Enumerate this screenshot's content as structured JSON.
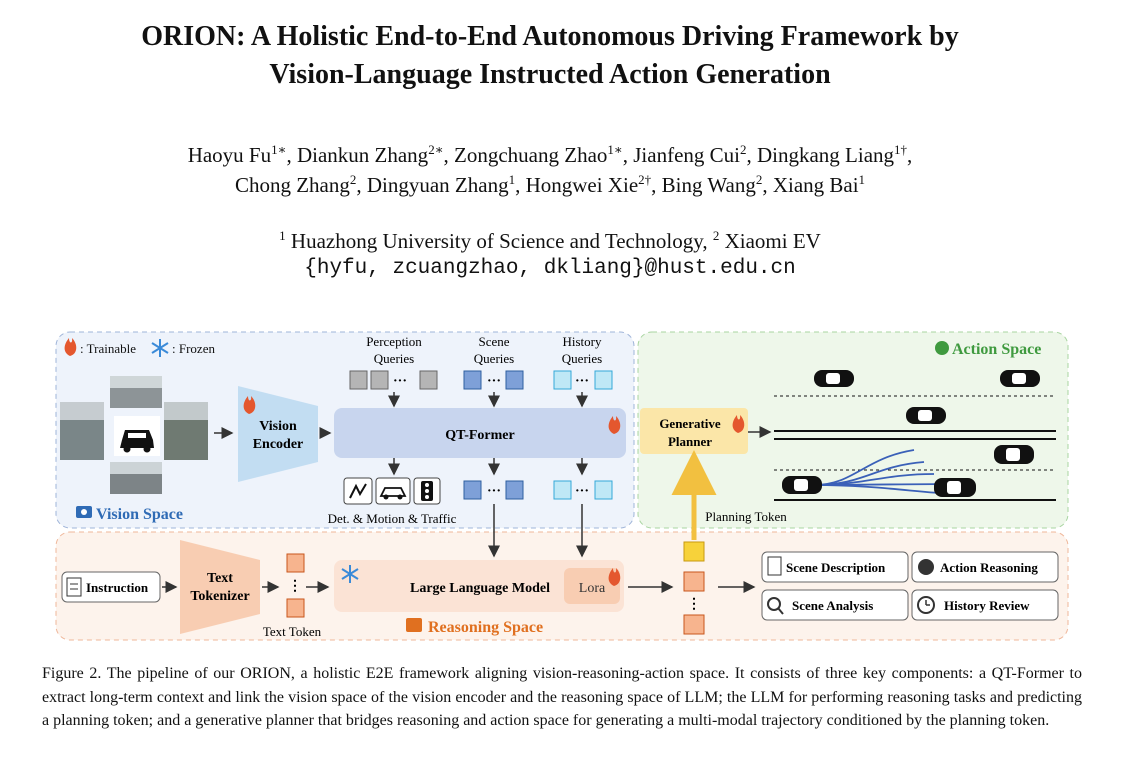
{
  "paper": {
    "title_line1": "ORION: A Holistic End-to-End Autonomous Driving Framework by",
    "title_line2": "Vision-Language Instructed Action Generation",
    "authors_line1": [
      {
        "name": "Haoyu Fu",
        "sup": "1∗"
      },
      {
        "name": "Diankun Zhang",
        "sup": "2∗"
      },
      {
        "name": "Zongchuang Zhao",
        "sup": "1∗"
      },
      {
        "name": "Jianfeng Cui",
        "sup": "2"
      },
      {
        "name": "Dingkang Liang",
        "sup": "1†"
      }
    ],
    "authors_line2": [
      {
        "name": "Chong Zhang",
        "sup": "2"
      },
      {
        "name": "Dingyuan Zhang",
        "sup": "1"
      },
      {
        "name": "Hongwei Xie",
        "sup": "2†"
      },
      {
        "name": "Bing Wang",
        "sup": "2"
      },
      {
        "name": "Xiang Bai",
        "sup": "1"
      }
    ],
    "affiliations": [
      {
        "sup": "1",
        "name": "Huazhong University of Science and Technology,"
      },
      {
        "sup": "2",
        "name": "Xiaomi EV"
      }
    ],
    "email": "{hyfu, zcuangzhao, dkliang}@hust.edu.cn"
  },
  "figure": {
    "legend_trainable": ": Trainable",
    "legend_frozen": ": Frozen",
    "perception_l1": "Perception",
    "perception_l2": "Queries",
    "scene_l1": "Scene",
    "scene_l2": "Queries",
    "history_l1": "History",
    "history_l2": "Queries",
    "vision_encoder_l1": "Vision",
    "vision_encoder_l2": "Encoder",
    "qt_former": "QT-Former",
    "vision_space": "Vision Space",
    "det_motion_traffic": "Det. & Motion & Traffic",
    "action_space": "Action Space",
    "generative": "Generative",
    "planner": "Planner",
    "planning_token": "Planning Token",
    "instruction": "Instruction",
    "text_tokenizer_l1": "Text",
    "text_tokenizer_l2": "Tokenizer",
    "text_token": "Text Token",
    "llm": "Large Language Model",
    "lora": "Lora",
    "reasoning_space": "Reasoning Space",
    "outputs": {
      "scene_description": "Scene Description",
      "action_reasoning": "Action Reasoning",
      "scene_analysis": "Scene Analysis",
      "history_review": "History Review"
    },
    "colors": {
      "vision_bg": "#eef3fb",
      "action_bg": "#eef7ea",
      "reasoning_bg": "#fdf3ec",
      "qtformer": "#c8d5ee",
      "encoder": "#c2ddf2",
      "planner": "#fbe6a8",
      "llm": "#fbe3d5",
      "orange": "#e07020",
      "blue_text": "#2f6bb5",
      "green_text": "#3f9a3f"
    }
  },
  "caption": {
    "label": "Figure 2.",
    "text": "The pipeline of our ORION, a holistic E2E framework aligning vision-reasoning-action space. It consists of three key components: a QT-Former to extract long-term context and link the vision space of the vision encoder and the reasoning space of LLM; the LLM for performing reasoning tasks and predicting a planning token; and a generative planner that bridges reasoning and action space for generating a multi-modal trajectory conditioned by the planning token."
  }
}
